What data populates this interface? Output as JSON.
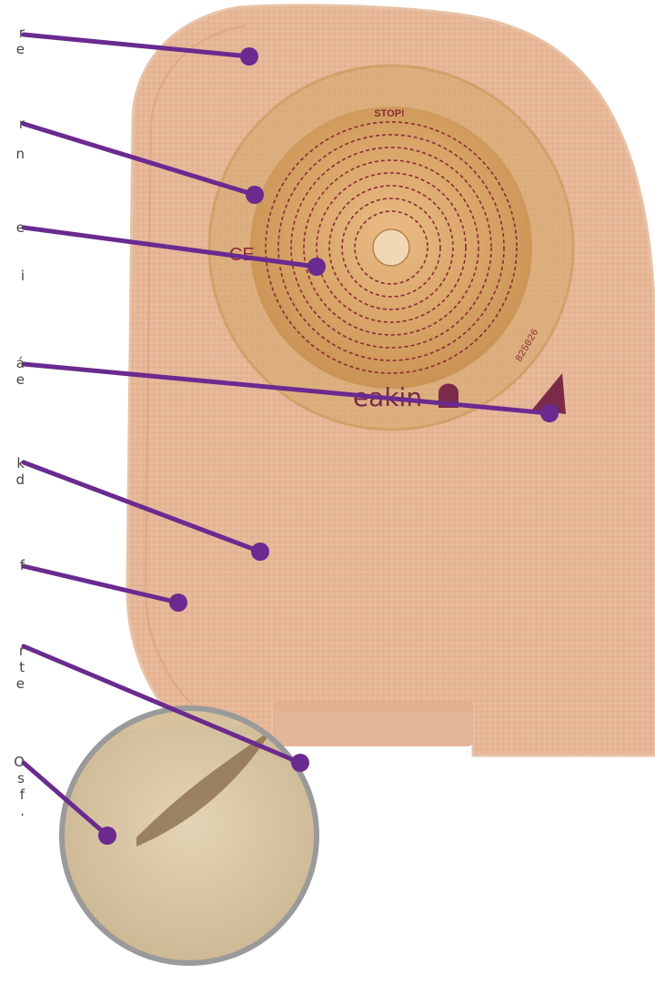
{
  "product": {
    "brand": "eakin",
    "plate_top_text": "STOP!",
    "ce_mark": "CE",
    "lot_code": "825026"
  },
  "fragments": [
    {
      "id": "f1",
      "lines": [
        "r",
        "e"
      ]
    },
    {
      "id": "f2",
      "lines": [
        "r"
      ]
    },
    {
      "id": "f3",
      "lines": [
        "n"
      ]
    },
    {
      "id": "f4",
      "lines": [
        "e"
      ]
    },
    {
      "id": "f5",
      "lines": [
        "i"
      ]
    },
    {
      "id": "f6",
      "lines": [
        "á",
        "e"
      ]
    },
    {
      "id": "f7",
      "lines": [
        "k",
        "d"
      ]
    },
    {
      "id": "f8",
      "lines": [
        "f"
      ]
    },
    {
      "id": "f9",
      "lines": [
        "r",
        "t",
        "e"
      ]
    },
    {
      "id": "f10",
      "lines": [
        "O",
        "s",
        "f",
        "."
      ]
    }
  ],
  "callout_color": "#6a2a8f",
  "pouch_color": "#e6b697"
}
